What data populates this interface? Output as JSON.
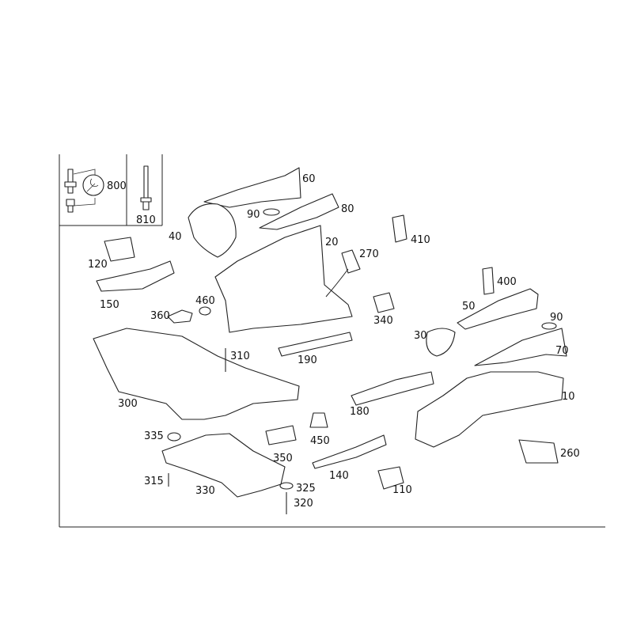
{
  "diagram": {
    "inset": {
      "wrench_kit": "800",
      "bolt": "810"
    },
    "parts": [
      {
        "id": "p60",
        "num": "60"
      },
      {
        "id": "p90a",
        "num": "90"
      },
      {
        "id": "p80",
        "num": "80"
      },
      {
        "id": "p410",
        "num": "410"
      },
      {
        "id": "p40",
        "num": "40"
      },
      {
        "id": "p20",
        "num": "20"
      },
      {
        "id": "p270",
        "num": "270"
      },
      {
        "id": "p120",
        "num": "120"
      },
      {
        "id": "p400",
        "num": "400"
      },
      {
        "id": "p150",
        "num": "150"
      },
      {
        "id": "p460",
        "num": "460"
      },
      {
        "id": "p360",
        "num": "360"
      },
      {
        "id": "p340",
        "num": "340"
      },
      {
        "id": "p50",
        "num": "50"
      },
      {
        "id": "p90b",
        "num": "90"
      },
      {
        "id": "p30",
        "num": "30"
      },
      {
        "id": "p70",
        "num": "70"
      },
      {
        "id": "p310",
        "num": "310"
      },
      {
        "id": "p190",
        "num": "190"
      },
      {
        "id": "p10",
        "num": "10"
      },
      {
        "id": "p300",
        "num": "300"
      },
      {
        "id": "p180",
        "num": "180"
      },
      {
        "id": "p335",
        "num": "335"
      },
      {
        "id": "p450",
        "num": "450"
      },
      {
        "id": "p350",
        "num": "350"
      },
      {
        "id": "p260",
        "num": "260"
      },
      {
        "id": "p315",
        "num": "315"
      },
      {
        "id": "p330",
        "num": "330"
      },
      {
        "id": "p325",
        "num": "325"
      },
      {
        "id": "p140",
        "num": "140"
      },
      {
        "id": "p110",
        "num": "110"
      },
      {
        "id": "p320",
        "num": "320"
      }
    ]
  }
}
